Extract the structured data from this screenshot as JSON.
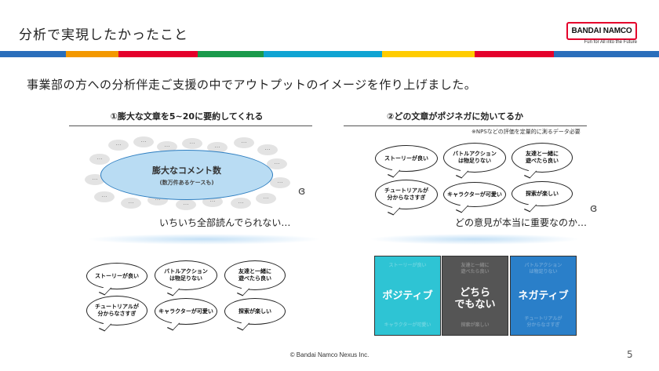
{
  "header": {
    "title": "分析で実現したかったこと",
    "logo_text": "BANDAI NAMCO",
    "logo_tagline": "Fun for All into the Future",
    "stripe_colors": [
      "#2a6ebb",
      "#f39800",
      "#e4002b",
      "#1a9a4b",
      "#0fa4d3",
      "#ffcc00",
      "#e4002b",
      "#2a6ebb"
    ]
  },
  "lead": "事業部の方への分析伴走ご支援の中でアウトプットのイメージを作り上げました。",
  "left": {
    "title": "①膨大な文章を5~20に要約してくれる",
    "ellipse_title": "膨大なコメント数",
    "ellipse_sub": "(数万件あるケースも)",
    "dots": "…",
    "caption": "いちいち全部読んでられない…",
    "bubbles": [
      "ストーリーが良い",
      "バトルアクション\nは物足りない",
      "友達と一緒に\n遊べたら良い",
      "チュートリアルが\n分からなさすぎ",
      "キャラクターが可愛い",
      "探索が楽しい"
    ]
  },
  "right": {
    "title": "②どの文章がポジネガに効いてるか",
    "note": "※NPSなどの評価を定量的に測るデータ必要",
    "caption": "どの意見が本当に重要なのか…",
    "bubbles": [
      "ストーリーが良い",
      "バトルアクション\nは物足りない",
      "友達と一緒に\n遊べたら良い",
      "チュートリアルが\n分からなさすぎ",
      "キャラクターが可愛い",
      "探索が楽しい"
    ],
    "panels": [
      {
        "label": "ポジティブ",
        "top_text": "ストーリーが良い",
        "bottom_text": "キャラクターが可愛い",
        "color": "#2ec4d4"
      },
      {
        "label": "どちら\nでもない",
        "top_text": "友達と一緒に\n遊べたら良い",
        "bottom_text": "探索が楽しい",
        "color": "#555555"
      },
      {
        "label": "ネガティブ",
        "top_text": "バトルアクション\nは物足りない",
        "bottom_text": "チュートリアルが\n分からなさすぎ",
        "color": "#2a7fc9"
      }
    ]
  },
  "footer": {
    "copyright": "© Bandai Namco Nexus Inc.",
    "page": "5"
  }
}
